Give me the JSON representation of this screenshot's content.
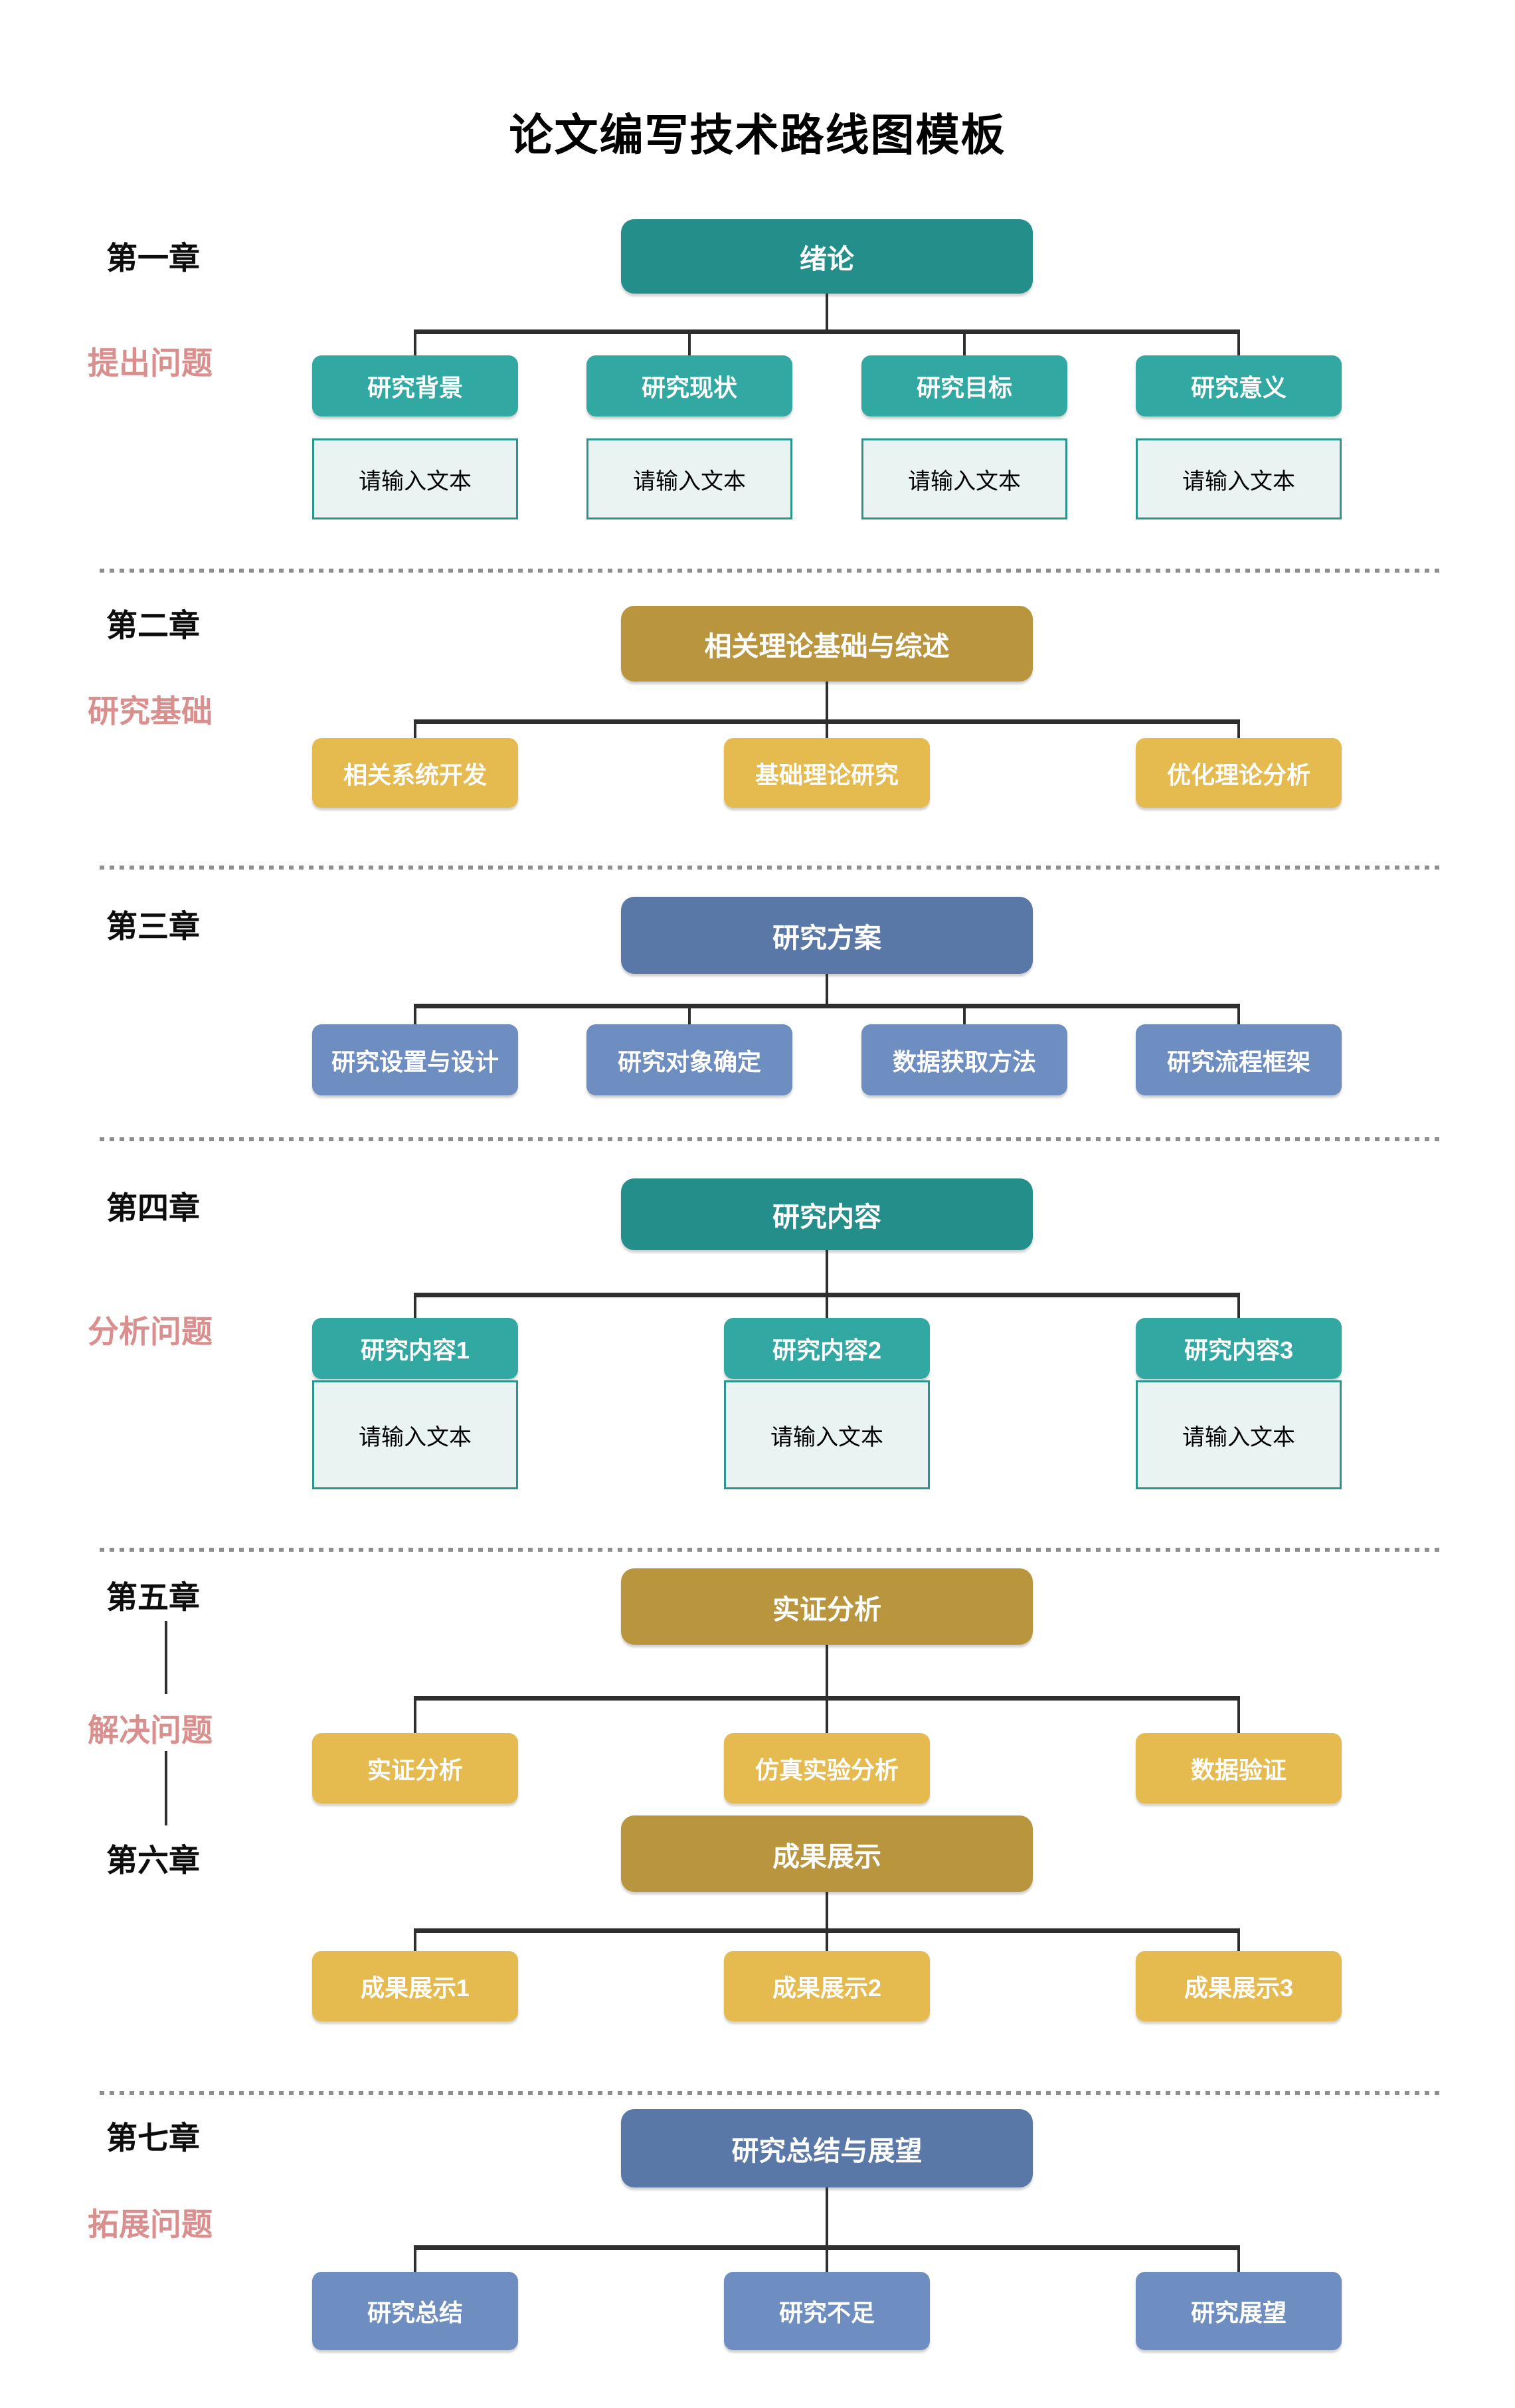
{
  "title": "论文编写技术路线图模板",
  "input_placeholder": "请输入文本",
  "colors": {
    "teal_root": "#238E8A",
    "teal_child": "#31A9A2",
    "gold_root": "#B9953E",
    "gold_child": "#E5BA4F",
    "blue_root": "#5977A7",
    "blue_child": "#6E8DC0",
    "phase_pink": "#D98F8D",
    "connector_line": "#2E2E2E",
    "input_bg": "#E8F3F2",
    "input_border": "#2B948E",
    "separator_gray": "#8E8E8E"
  },
  "chapters": [
    {
      "label": "第一章",
      "phase": "提出问题",
      "root": "绪论",
      "children": [
        "研究背景",
        "研究现状",
        "研究目标",
        "研究意义"
      ]
    },
    {
      "label": "第二章",
      "phase": "研究基础",
      "root": "相关理论基础与综述",
      "children": [
        "相关系统开发",
        "基础理论研究",
        "优化理论分析"
      ]
    },
    {
      "label": "第三章",
      "phase": "",
      "root": "研究方案",
      "children": [
        "研究设置与设计",
        "研究对象确定",
        "数据获取方法",
        "研究流程框架"
      ]
    },
    {
      "label": "第四章",
      "phase": "分析问题",
      "root": "研究内容",
      "children": [
        "研究内容1",
        "研究内容2",
        "研究内容3"
      ]
    },
    {
      "label": "第五章",
      "phase": "解决问题",
      "root": "实证分析",
      "children": [
        "实证分析",
        "仿真实验分析",
        "数据验证"
      ]
    },
    {
      "label": "第六章",
      "phase": "",
      "root": "成果展示",
      "children": [
        "成果展示1",
        "成果展示2",
        "成果展示3"
      ]
    },
    {
      "label": "第七章",
      "phase": "拓展问题",
      "root": "研究总结与展望",
      "children": [
        "研究总结",
        "研究不足",
        "研究展望"
      ]
    }
  ]
}
